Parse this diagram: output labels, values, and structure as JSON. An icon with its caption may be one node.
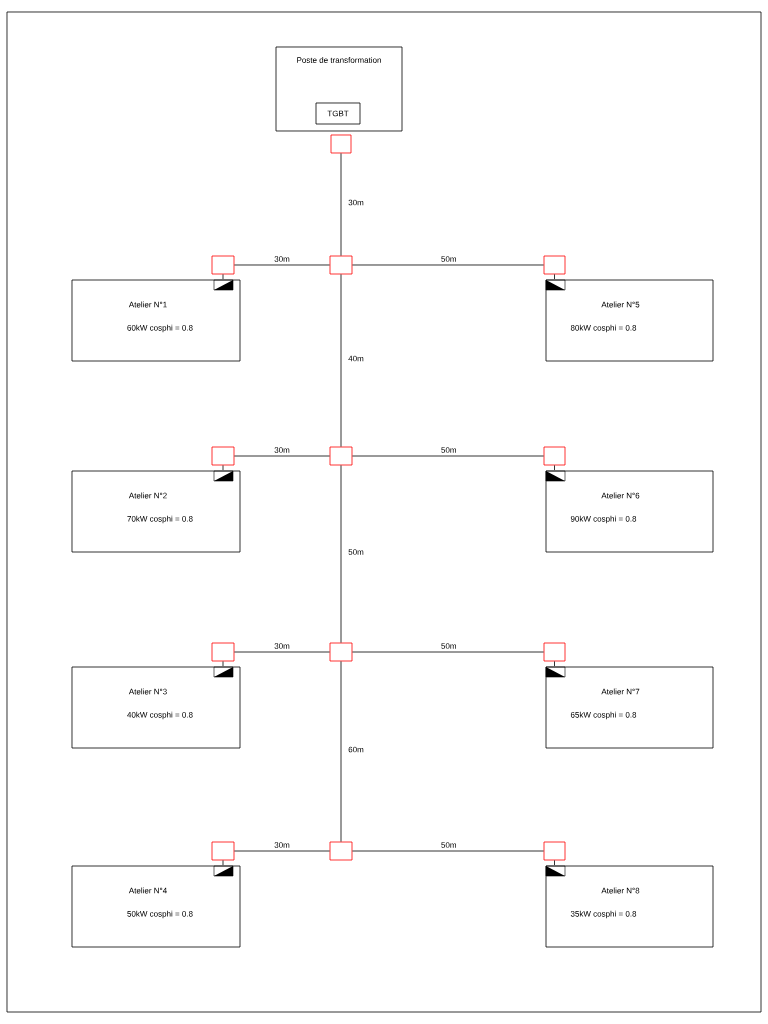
{
  "diagram": {
    "nodes": [
      {
        "text": [
          "Poste de transformation"
        ]
      },
      {
        "text": [
          "TGBT"
        ],
        "in": 0
      },
      {
        "text": [],
        "shape": "box"
      },
      {
        "text": [],
        "shape": "box"
      },
      {
        "text": [],
        "shape": "box"
      },
      {
        "text": [],
        "shape": "box"
      },
      {
        "text": [
          "Atelier N°1",
          "60kW cosphi = 0.8"
        ]
      },
      {
        "text": [
          "Atelier N°5",
          "80kW cosphi = 0.8"
        ]
      },
      {
        "text": [],
        "shape": "box"
      },
      {
        "text": [],
        "shape": "box"
      },
      {
        "text": [],
        "shape": "box"
      },
      {
        "text": [
          "Atelier N°2",
          "70kW cosphi = 0.8"
        ]
      },
      {
        "text": [
          "Atelier N°6",
          "90kW cosphi = 0.8"
        ]
      },
      {
        "text": [],
        "shape": "box"
      },
      {
        "text": [],
        "shape": "box"
      },
      {
        "text": [],
        "shape": "box"
      },
      {
        "text": [
          "Atelier N°3",
          "40kW cosphi = 0.8"
        ]
      },
      {
        "text": [
          "Atelier N°7",
          "65kW cosphi = 0.8"
        ]
      },
      {
        "text": [],
        "shape": "box"
      },
      {
        "text": [],
        "shape": "box"
      },
      {
        "text": [],
        "shape": "box"
      },
      {
        "text": [
          "Atelier N°4",
          "50kW cosphi = 0.8"
        ]
      },
      {
        "text": [
          "Atelier N°8",
          "35kW cosphi = 0.8"
        ]
      }
    ],
    "edges": [
      {
        "from": 2,
        "to": 4,
        "arrow": "none",
        "label": "30m"
      },
      {
        "from": 4,
        "to": 3,
        "arrow": "none",
        "label": "30m"
      },
      {
        "from": 4,
        "to": 5,
        "arrow": "none",
        "label": "50m"
      },
      {
        "from": 3,
        "to": 6,
        "arrow": "none"
      },
      {
        "from": 5,
        "to": 7,
        "arrow": "none"
      },
      {
        "from": 4,
        "to": 9,
        "arrow": "none",
        "label": "40m"
      },
      {
        "from": 9,
        "to": 8,
        "arrow": "none",
        "label": "30m"
      },
      {
        "from": 9,
        "to": 10,
        "arrow": "none",
        "label": "50m"
      },
      {
        "from": 8,
        "to": 11,
        "arrow": "none"
      },
      {
        "from": 10,
        "to": 12,
        "arrow": "none"
      },
      {
        "from": 9,
        "to": 14,
        "arrow": "none",
        "label": "50m"
      },
      {
        "from": 14,
        "to": 13,
        "arrow": "none",
        "label": "30m"
      },
      {
        "from": 14,
        "to": 15,
        "arrow": "none",
        "label": "50m"
      },
      {
        "from": 13,
        "to": 16,
        "arrow": "none"
      },
      {
        "from": 15,
        "to": 17,
        "arrow": "none"
      },
      {
        "from": 14,
        "to": 19,
        "arrow": "none",
        "label": "60m"
      },
      {
        "from": 19,
        "to": 18,
        "arrow": "none",
        "label": "30m"
      },
      {
        "from": 19,
        "to": 20,
        "arrow": "none",
        "label": "50m"
      },
      {
        "from": 18,
        "to": 21,
        "arrow": "none"
      },
      {
        "from": 20,
        "to": 22,
        "arrow": "none"
      }
    ]
  }
}
